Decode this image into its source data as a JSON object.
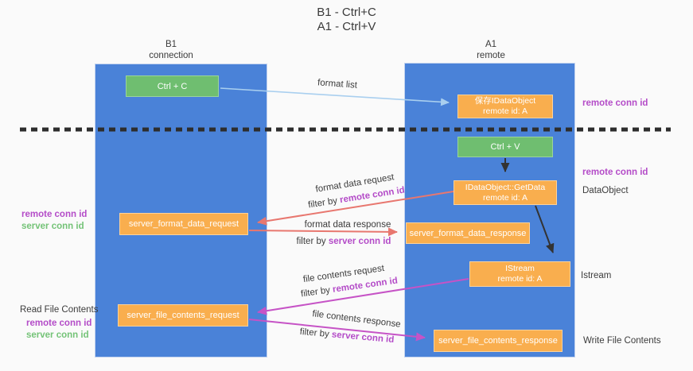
{
  "title": {
    "line1": "B1 - Ctrl+C",
    "line2": "A1 - Ctrl+V"
  },
  "lifelines": {
    "left": {
      "name": "B1",
      "role": "connection"
    },
    "right": {
      "name": "A1",
      "role": "remote"
    }
  },
  "boxes": {
    "ctrl_c": "Ctrl + C",
    "ctrl_v": "Ctrl + V",
    "save_dataobject": {
      "title": "保存IDataObject",
      "subtitle": "remote id: A"
    },
    "getdata": {
      "title": "IDataObject::GetData",
      "subtitle": "remote id: A"
    },
    "istream": {
      "title": "IStream",
      "subtitle": "remote id: A"
    },
    "server_format_data_request": "server_format_data_request",
    "server_format_data_response": "server_format_data_response",
    "server_file_contents_request": "server_file_contents_request",
    "server_file_contents_response": "server_file_contents_response"
  },
  "flows": {
    "format_list": "format list",
    "format_data_request": {
      "label": "format data request",
      "filter_prefix": "filter by",
      "filter_key": "remote conn id"
    },
    "format_data_response": {
      "label": "format data response",
      "filter_prefix": "filter by",
      "filter_key": "server conn id"
    },
    "file_contents_request": {
      "label": "file contents request",
      "filter_prefix": "filter by",
      "filter_key": "remote conn id"
    },
    "file_contents_response": {
      "label": "file contents response",
      "filter_prefix": "filter by",
      "filter_key": "server conn id"
    }
  },
  "side_labels": {
    "right_remote_conn_id_top": "remote conn id",
    "right_remote_conn_id_mid": "remote conn id",
    "right_dataobject": "DataObject",
    "right_istream": "Istream",
    "right_write_file_contents": "Write File Contents",
    "left_remote_conn_id_format": "remote conn id",
    "left_server_conn_id_format": "server conn id",
    "left_read_file_contents": "Read File Contents",
    "left_remote_conn_id_file": "remote conn id",
    "left_server_conn_id_file": "server conn id"
  },
  "colors": {
    "lifeline_blue": "#4A82D8",
    "box_orange": "#F9AE4E",
    "box_green": "#6FBE70",
    "arrow_light_blue": "#A9CFEF",
    "arrow_salmon": "#E8776F",
    "arrow_magenta": "#C653C6",
    "arrow_black": "#333333",
    "conn_id_purple": "#B44CC8",
    "conn_id_green": "#74C377",
    "text_dark": "#3C3C3C"
  }
}
